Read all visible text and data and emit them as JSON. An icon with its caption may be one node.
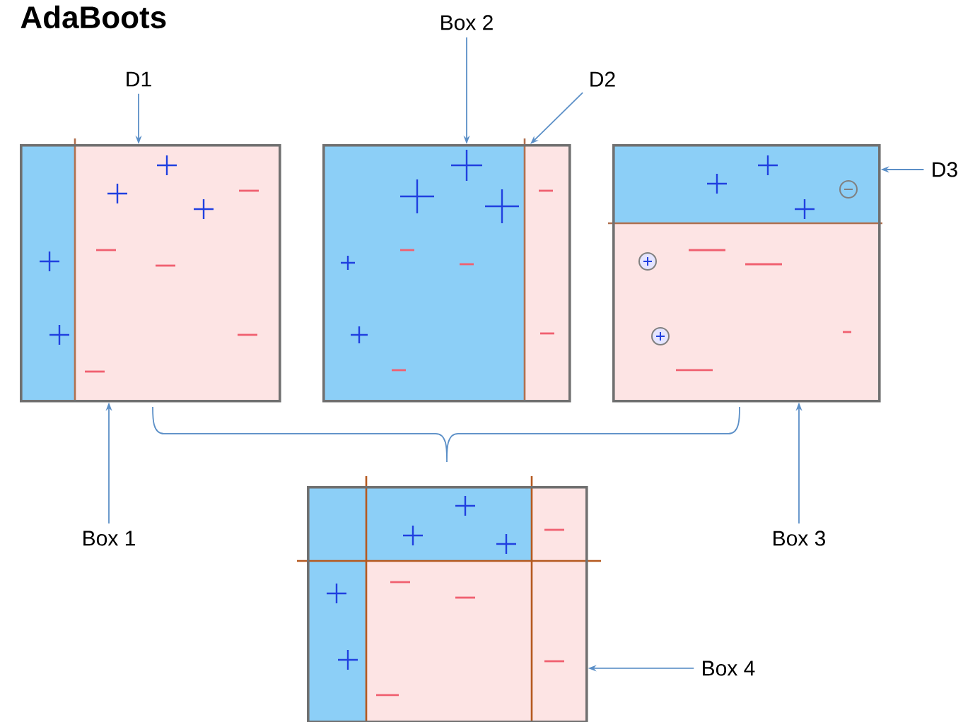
{
  "diagram": {
    "title": "AdaBoots",
    "nodes": [
      {
        "text": [],
        "shape": "box"
      },
      {
        "text": [],
        "shape": "box"
      },
      {
        "text": [],
        "shape": "box"
      },
      {
        "text": [],
        "shape": "box"
      },
      {
        "text": [
          "Box 1"
        ]
      },
      {
        "text": [
          "Box 2"
        ]
      },
      {
        "text": [
          "Box 3"
        ]
      },
      {
        "text": [
          "Box 4"
        ]
      },
      {
        "text": [
          "D1"
        ]
      },
      {
        "text": [
          "D2"
        ]
      },
      {
        "text": [
          "D3"
        ]
      }
    ],
    "edges": [
      {
        "from": 4,
        "to": 0,
        "arrow": "to"
      },
      {
        "from": 5,
        "to": 1,
        "arrow": "to"
      },
      {
        "from": 6,
        "to": 2,
        "arrow": "to"
      },
      {
        "from": 7,
        "to": 3,
        "arrow": "to"
      },
      {
        "from": 8,
        "to": 0,
        "arrow": "to"
      },
      {
        "from": 9,
        "to": 1,
        "arrow": "to"
      },
      {
        "from": 10,
        "to": 2,
        "arrow": "to"
      }
    ]
  }
}
